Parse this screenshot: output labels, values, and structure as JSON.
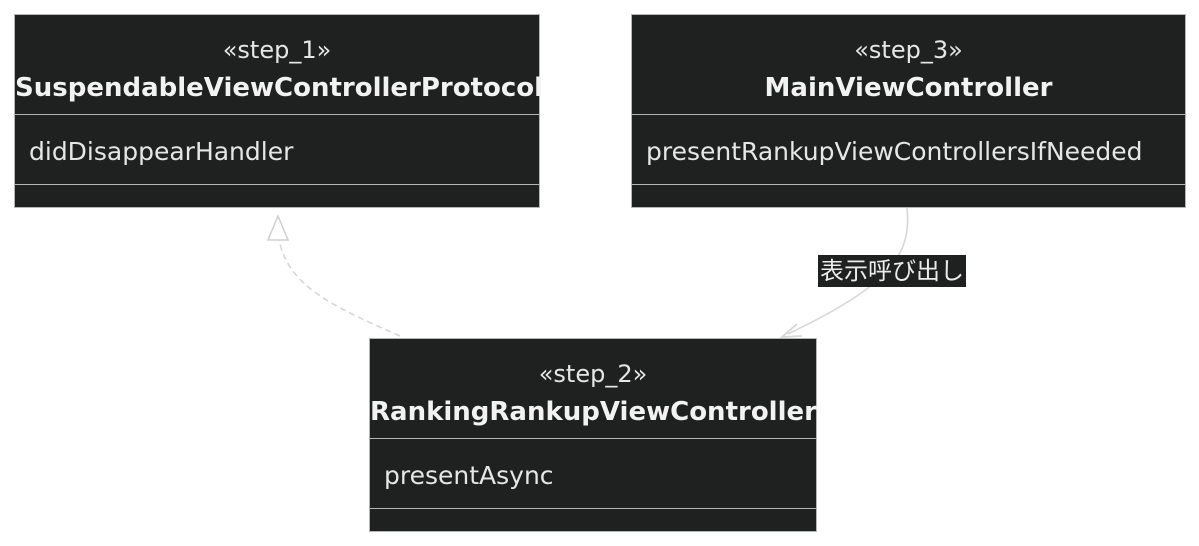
{
  "diagram": {
    "classes": [
      {
        "id": "step1",
        "stereotype": "«step_1»",
        "name": "SuspendableViewControllerProtocol",
        "members": [
          "didDisappearHandler"
        ]
      },
      {
        "id": "step3",
        "stereotype": "«step_3»",
        "name": "MainViewController",
        "members": [
          "presentRankupViewControllersIfNeeded"
        ]
      },
      {
        "id": "step2",
        "stereotype": "«step_2»",
        "name": "RankingRankupViewController",
        "members": [
          "presentAsync"
        ]
      }
    ],
    "relations": [
      {
        "from": "RankingRankupViewController",
        "to": "SuspendableViewControllerProtocol",
        "type": "realization"
      },
      {
        "from": "MainViewController",
        "to": "RankingRankupViewController",
        "type": "association",
        "label": "表示呼び出し"
      }
    ],
    "colors": {
      "box_fill": "#1f2020",
      "box_border": "#b5b5b5",
      "text": "#ececec",
      "edge": "#d6d6d6"
    }
  }
}
